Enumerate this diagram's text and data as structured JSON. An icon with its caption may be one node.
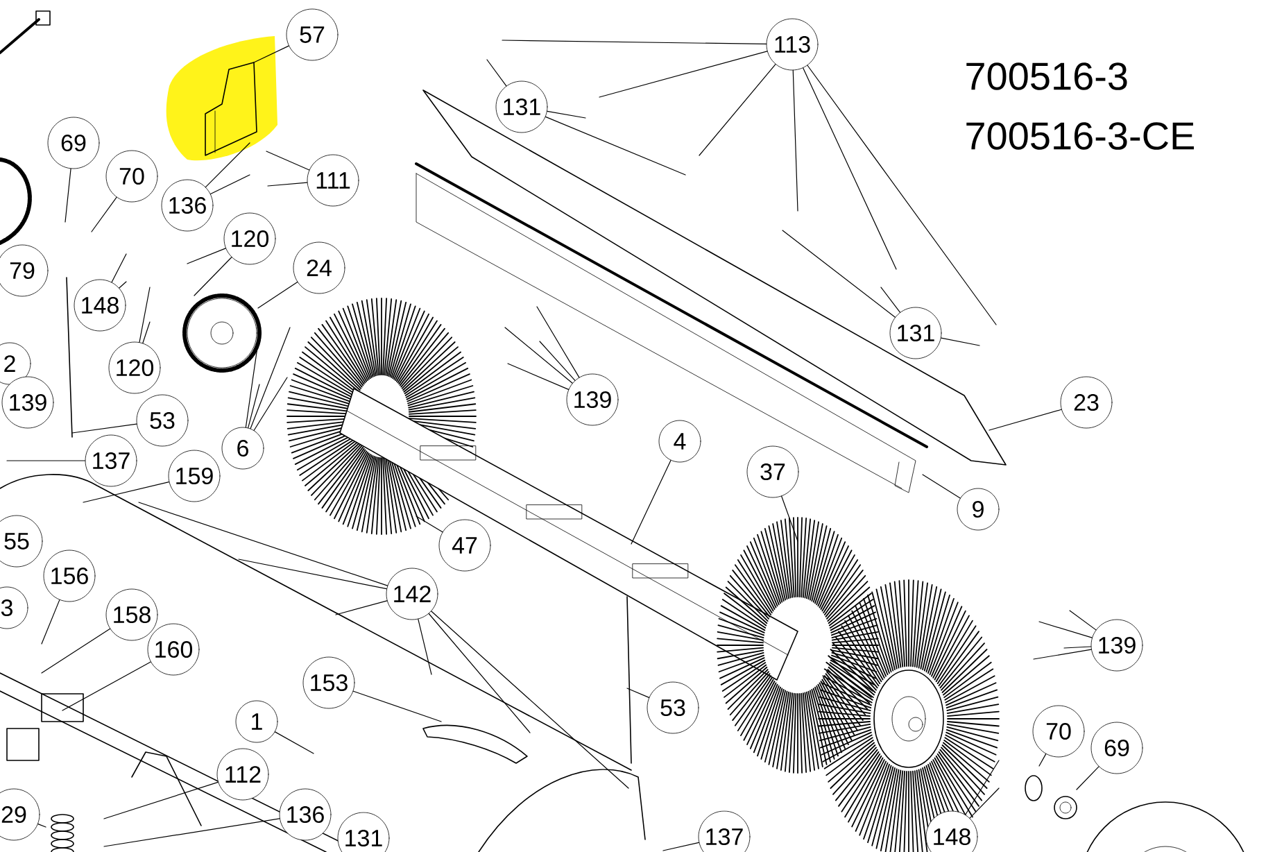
{
  "diagram": {
    "nodes": [
      {
        "text": [
          "57"
        ]
      },
      {
        "text": [
          "69"
        ]
      },
      {
        "text": [
          "70"
        ]
      },
      {
        "text": [
          "111"
        ]
      },
      {
        "text": [
          "136"
        ]
      },
      {
        "text": [
          "79"
        ]
      },
      {
        "text": [
          "148"
        ]
      },
      {
        "text": [
          "120"
        ]
      },
      {
        "text": [
          "24"
        ]
      },
      {
        "text": [
          "120"
        ]
      },
      {
        "text": [
          "2"
        ]
      },
      {
        "text": [
          "139"
        ]
      },
      {
        "text": [
          "53"
        ]
      },
      {
        "text": [
          "137"
        ]
      },
      {
        "text": [
          "6"
        ]
      },
      {
        "text": [
          "159"
        ]
      },
      {
        "text": [
          "55"
        ]
      },
      {
        "text": [
          "156"
        ]
      },
      {
        "text": [
          "158"
        ]
      },
      {
        "text": [
          "160"
        ]
      },
      {
        "text": [
          "3"
        ]
      },
      {
        "text": [
          "142"
        ]
      },
      {
        "text": [
          "153"
        ]
      },
      {
        "text": [
          "1"
        ]
      },
      {
        "text": [
          "112"
        ]
      },
      {
        "text": [
          "136"
        ]
      },
      {
        "text": [
          "29"
        ]
      },
      {
        "text": [
          "131"
        ]
      },
      {
        "text": [
          "113"
        ]
      },
      {
        "text": [
          "131"
        ]
      },
      {
        "text": [
          "131"
        ]
      },
      {
        "text": [
          "139"
        ]
      },
      {
        "text": [
          "23"
        ]
      },
      {
        "text": [
          "4"
        ]
      },
      {
        "text": [
          "9"
        ]
      },
      {
        "text": [
          "37"
        ]
      },
      {
        "text": [
          "47"
        ]
      },
      {
        "text": [
          "53"
        ]
      },
      {
        "text": [
          "139"
        ]
      },
      {
        "text": [
          "70"
        ]
      },
      {
        "text": [
          "69"
        ]
      },
      {
        "text": [
          "148"
        ]
      },
      {
        "text": [
          "137"
        ]
      }
    ],
    "edges": [
      {
        "from": 0,
        "to": null,
        "arrow": "none"
      },
      {
        "from": 1,
        "to": null,
        "arrow": "none"
      },
      {
        "from": 2,
        "to": null,
        "arrow": "none"
      },
      {
        "from": 3,
        "to": null,
        "arrow": "none"
      },
      {
        "from": 3,
        "to": null,
        "arrow": "none"
      },
      {
        "from": 4,
        "to": null,
        "arrow": "none"
      },
      {
        "from": 4,
        "to": null,
        "arrow": "none"
      },
      {
        "from": 6,
        "to": null,
        "arrow": "none"
      },
      {
        "from": 6,
        "to": null,
        "arrow": "none"
      },
      {
        "from": 7,
        "to": null,
        "arrow": "none"
      },
      {
        "from": 7,
        "to": null,
        "arrow": "none"
      },
      {
        "from": 8,
        "to": null,
        "arrow": "none"
      },
      {
        "from": 9,
        "to": null,
        "arrow": "none"
      },
      {
        "from": 9,
        "to": null,
        "arrow": "none"
      },
      {
        "from": 12,
        "to": null,
        "arrow": "none"
      },
      {
        "from": 13,
        "to": null,
        "arrow": "none"
      },
      {
        "from": 14,
        "to": null,
        "arrow": "none"
      },
      {
        "from": 14,
        "to": null,
        "arrow": "none"
      },
      {
        "from": 14,
        "to": null,
        "arrow": "none"
      },
      {
        "from": 14,
        "to": null,
        "arrow": "none"
      },
      {
        "from": 15,
        "to": null,
        "arrow": "none"
      },
      {
        "from": 17,
        "to": null,
        "arrow": "none"
      },
      {
        "from": 18,
        "to": null,
        "arrow": "none"
      },
      {
        "from": 19,
        "to": null,
        "arrow": "none"
      },
      {
        "from": 21,
        "to": null,
        "arrow": "none"
      },
      {
        "from": 21,
        "to": null,
        "arrow": "none"
      },
      {
        "from": 21,
        "to": null,
        "arrow": "none"
      },
      {
        "from": 21,
        "to": null,
        "arrow": "none"
      },
      {
        "from": 21,
        "to": null,
        "arrow": "none"
      },
      {
        "from": 21,
        "to": null,
        "arrow": "none"
      },
      {
        "from": 22,
        "to": null,
        "arrow": "none"
      },
      {
        "from": 23,
        "to": null,
        "arrow": "none"
      },
      {
        "from": 24,
        "to": null,
        "arrow": "none"
      },
      {
        "from": 25,
        "to": null,
        "arrow": "none"
      },
      {
        "from": 26,
        "to": null,
        "arrow": "none"
      },
      {
        "from": 28,
        "to": null,
        "arrow": "none"
      },
      {
        "from": 28,
        "to": null,
        "arrow": "none"
      },
      {
        "from": 28,
        "to": null,
        "arrow": "none"
      },
      {
        "from": 28,
        "to": null,
        "arrow": "none"
      },
      {
        "from": 28,
        "to": null,
        "arrow": "none"
      },
      {
        "from": 28,
        "to": null,
        "arrow": "none"
      },
      {
        "from": 29,
        "to": null,
        "arrow": "none"
      },
      {
        "from": 29,
        "to": null,
        "arrow": "none"
      },
      {
        "from": 29,
        "to": null,
        "arrow": "none"
      },
      {
        "from": 30,
        "to": null,
        "arrow": "none"
      },
      {
        "from": 30,
        "to": null,
        "arrow": "none"
      },
      {
        "from": 30,
        "to": null,
        "arrow": "none"
      },
      {
        "from": 31,
        "to": null,
        "arrow": "none"
      },
      {
        "from": 31,
        "to": null,
        "arrow": "none"
      },
      {
        "from": 31,
        "to": null,
        "arrow": "none"
      },
      {
        "from": 31,
        "to": null,
        "arrow": "none"
      },
      {
        "from": 32,
        "to": null,
        "arrow": "none"
      },
      {
        "from": 33,
        "to": null,
        "arrow": "none"
      },
      {
        "from": 34,
        "to": null,
        "arrow": "none"
      },
      {
        "from": 35,
        "to": null,
        "arrow": "none"
      },
      {
        "from": 36,
        "to": null,
        "arrow": "none"
      },
      {
        "from": 37,
        "to": null,
        "arrow": "none"
      },
      {
        "from": 38,
        "to": null,
        "arrow": "none"
      },
      {
        "from": 38,
        "to": null,
        "arrow": "none"
      },
      {
        "from": 38,
        "to": null,
        "arrow": "none"
      },
      {
        "from": 38,
        "to": null,
        "arrow": "none"
      },
      {
        "from": 39,
        "to": null,
        "arrow": "none"
      },
      {
        "from": 40,
        "to": null,
        "arrow": "none"
      },
      {
        "from": 41,
        "to": null,
        "arrow": "none"
      },
      {
        "from": 41,
        "to": null,
        "arrow": "none"
      },
      {
        "from": 42,
        "to": null,
        "arrow": "none"
      }
    ],
    "labels": [
      "700516-3",
      "700516-3-CE"
    ]
  }
}
